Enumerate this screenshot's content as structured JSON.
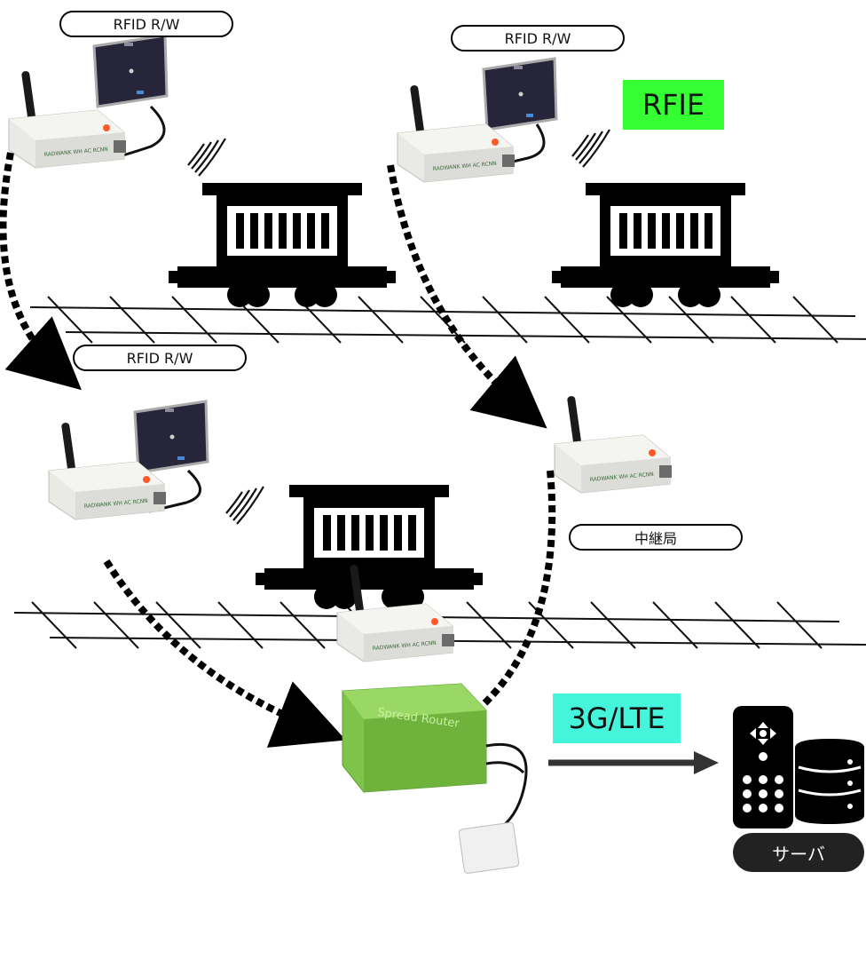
{
  "labels": {
    "reader_top_left": "RFID R/W",
    "reader_top_right": "RFID R/W",
    "reader_middle": "RFID R/W",
    "relay": "中継局",
    "rfie": "RFIE",
    "network": "3G/LTE",
    "server": "サーバ",
    "router_body": "Spread Router",
    "device_text": "RADWANK WH AC RCNN"
  },
  "colors": {
    "rfie_bg": "#33ff33",
    "network_bg": "#44f5dc",
    "router_green": "#7ec44a",
    "device_gray": "#e9e9e6",
    "reader_panel": "#26253a"
  },
  "icons": [
    "antenna-icon",
    "signal-waves-icon",
    "freight-car-icon",
    "rail-track-icon",
    "arrow-icon",
    "remote-control-icon",
    "database-icon"
  ]
}
